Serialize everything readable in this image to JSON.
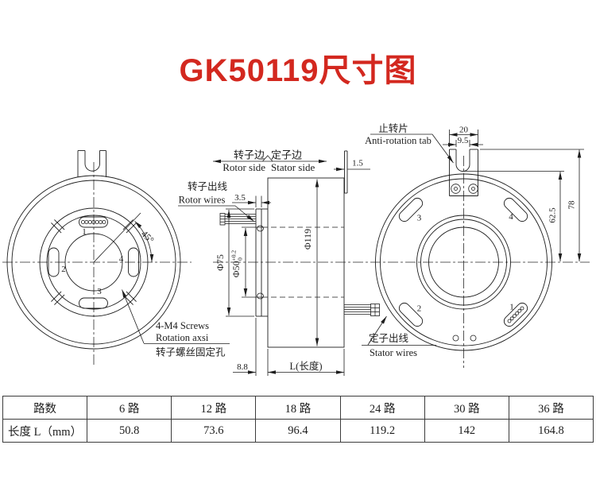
{
  "title": "GK50119尺寸图",
  "colors": {
    "title_red": "#d3281f",
    "line": "#1d1d1d"
  },
  "front": {
    "nums": [
      "1",
      "2",
      "3",
      "4"
    ],
    "angle": "45°",
    "note1": "4-M4 Screws",
    "note2": "Rotation axsi",
    "note3": "转子螺丝固定孔"
  },
  "side": {
    "rotor_cn": "转子边",
    "rotor_en": "Rotor side",
    "stator_cn": "定子边",
    "stator_en": "Stator side",
    "rwires_cn": "转子出线",
    "rwires_en": "Rotor wires",
    "swires_cn": "定子出线",
    "swires_en": "Stator wires",
    "d35": "3.5",
    "d15": "1.5",
    "d75": "Φ75",
    "d50": "Φ50",
    "d50up": "+0.2",
    "d50dn": "0",
    "d119": "Φ119",
    "d88": "8.8",
    "dlen": "L(长度)"
  },
  "back": {
    "tab_cn": "止转片",
    "tab_en": "Anti-rotation tab",
    "d20": "20",
    "d95": "9.5",
    "d78": "78",
    "d625": "62.5",
    "nums": [
      "1",
      "2",
      "3",
      "4"
    ]
  },
  "table": {
    "header_row": [
      "路数",
      "6 路",
      "12 路",
      "18 路",
      "24 路",
      "30 路",
      "36 路"
    ],
    "value_row": [
      "长度 L（mm）",
      "50.8",
      "73.6",
      "96.4",
      "119.2",
      "142",
      "164.8"
    ]
  }
}
